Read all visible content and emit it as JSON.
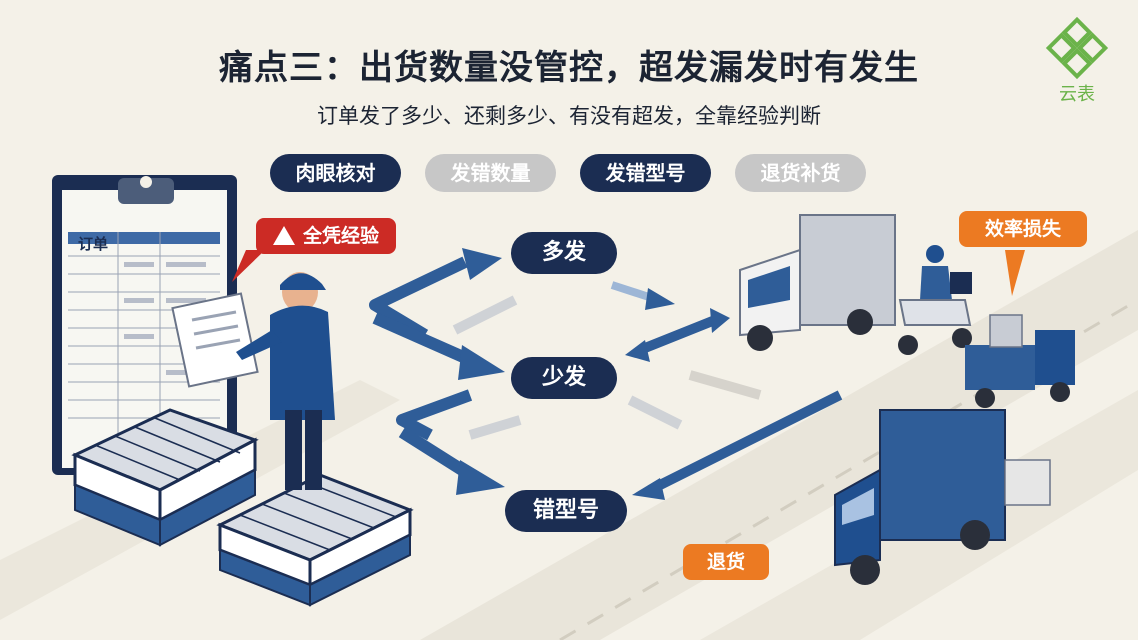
{
  "header": {
    "title": "痛点三：出货数量没管控，超发漏发时有发生",
    "subtitle": "订单发了多少、还剩多少、有没有超发，全靠经验判断"
  },
  "tags": [
    {
      "label": "肉眼核对",
      "style": "dark"
    },
    {
      "label": "发错数量",
      "style": "gray"
    },
    {
      "label": "发错型号",
      "style": "dark"
    },
    {
      "label": "退货补货",
      "style": "gray"
    }
  ],
  "callouts": {
    "experience": "全凭经验",
    "efficiency_loss": "效率损失",
    "return": "退货"
  },
  "flow_nodes": {
    "over_ship": "多发",
    "under_ship": "少发",
    "wrong_model": "错型号"
  },
  "clipboard": {
    "heading": "订单"
  },
  "logo": {
    "text": "云表",
    "color": "#6bb34a"
  },
  "colors": {
    "navy": "#1b2d52",
    "blue": "#2f5d98",
    "red": "#cc2b25",
    "orange": "#ec7a22",
    "gray": "#c7c7c7"
  }
}
